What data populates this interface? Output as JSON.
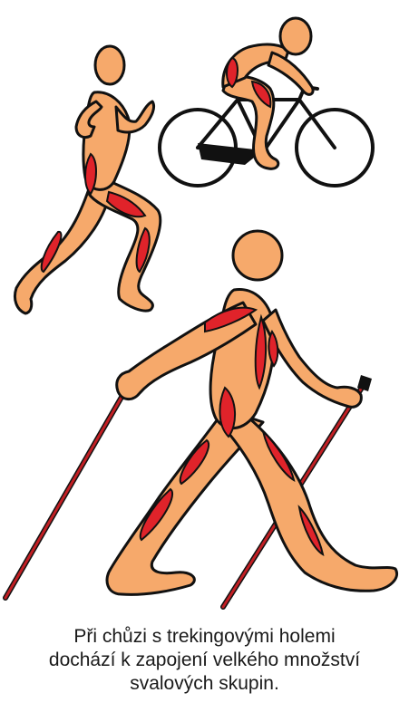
{
  "caption": {
    "line1": "Při chůzi s trekingovými holemi",
    "line2": "dochází k zapojení velkého množství",
    "line3": "svalových skupin."
  },
  "figures": [
    "runner",
    "cyclist",
    "nordic-walker"
  ],
  "colors": {
    "skin": "#f6a96b",
    "muscle": "#e0232a",
    "outline": "#111111",
    "pole": "#c21f24",
    "background": "#ffffff"
  }
}
